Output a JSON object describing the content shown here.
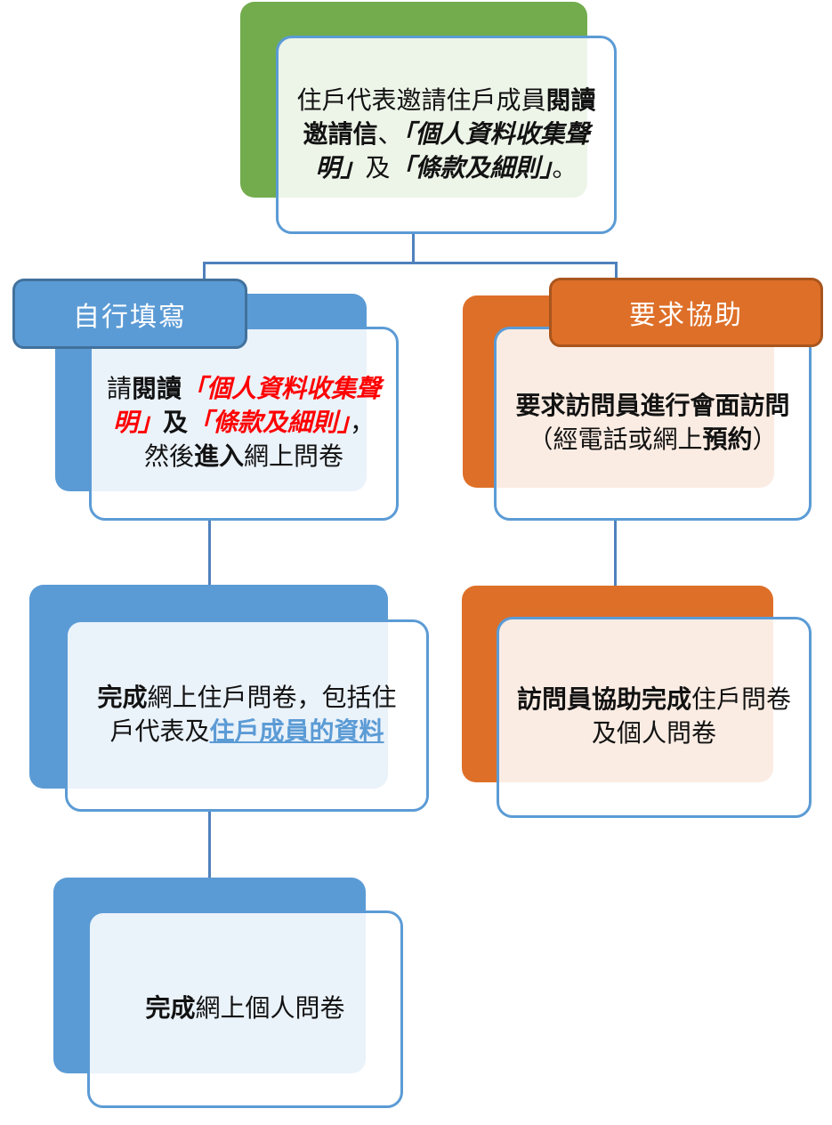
{
  "colors": {
    "green": "#72AC4D",
    "blue": "#5B9BD5",
    "orange": "#DE6F28",
    "blue_dark": "#41719C",
    "orange_dark": "#A9551D",
    "card_border": "#5B9BD5",
    "connector": "#4F81BD",
    "red": "#FF0000",
    "link": "#5B9BD5"
  },
  "top_box": {
    "runs": [
      {
        "t": "住戶代表邀請住戶成員",
        "s": "r"
      },
      {
        "t": "閱讀\n邀請信",
        "s": "b"
      },
      {
        "t": "、",
        "s": "r"
      },
      {
        "t": "「個人資料收集聲\n明」",
        "s": "bi"
      },
      {
        "t": "及",
        "s": "r"
      },
      {
        "t": "「條款及細則」",
        "s": "bi"
      },
      {
        "t": "。",
        "s": "r"
      }
    ]
  },
  "left_branch": {
    "label": "自行填寫",
    "box1": {
      "runs": [
        {
          "t": "請",
          "s": "r"
        },
        {
          "t": "閱讀",
          "s": "b"
        },
        {
          "t": "「個人資料收集聲\n明」",
          "s": "rbi"
        },
        {
          "t": "及",
          "s": "b"
        },
        {
          "t": "「條款及細則」",
          "s": "rbi"
        },
        {
          "t": "，\n然後",
          "s": "r"
        },
        {
          "t": "進入",
          "s": "b"
        },
        {
          "t": "網上問卷",
          "s": "r"
        }
      ]
    },
    "box2": {
      "runs": [
        {
          "t": "完成",
          "s": "b"
        },
        {
          "t": "網上住戶問卷，包括住\n戶代表及",
          "s": "r"
        },
        {
          "t": "住戶成員的資料",
          "s": "link",
          "name": "household-members-info-link"
        }
      ]
    },
    "box3": {
      "runs": [
        {
          "t": "完成",
          "s": "b"
        },
        {
          "t": "網上個人問卷",
          "s": "r"
        }
      ]
    }
  },
  "right_branch": {
    "label": "要求協助",
    "box1": {
      "runs": [
        {
          "t": "要求訪問員進行會面訪問\n",
          "s": "b"
        },
        {
          "t": "（經電話或網上",
          "s": "r"
        },
        {
          "t": "預約",
          "s": "b"
        },
        {
          "t": "）",
          "s": "r"
        }
      ]
    },
    "box2": {
      "runs": [
        {
          "t": "訪問員協助完成",
          "s": "b"
        },
        {
          "t": "住戶問卷\n及個人問卷",
          "s": "r"
        }
      ]
    }
  }
}
